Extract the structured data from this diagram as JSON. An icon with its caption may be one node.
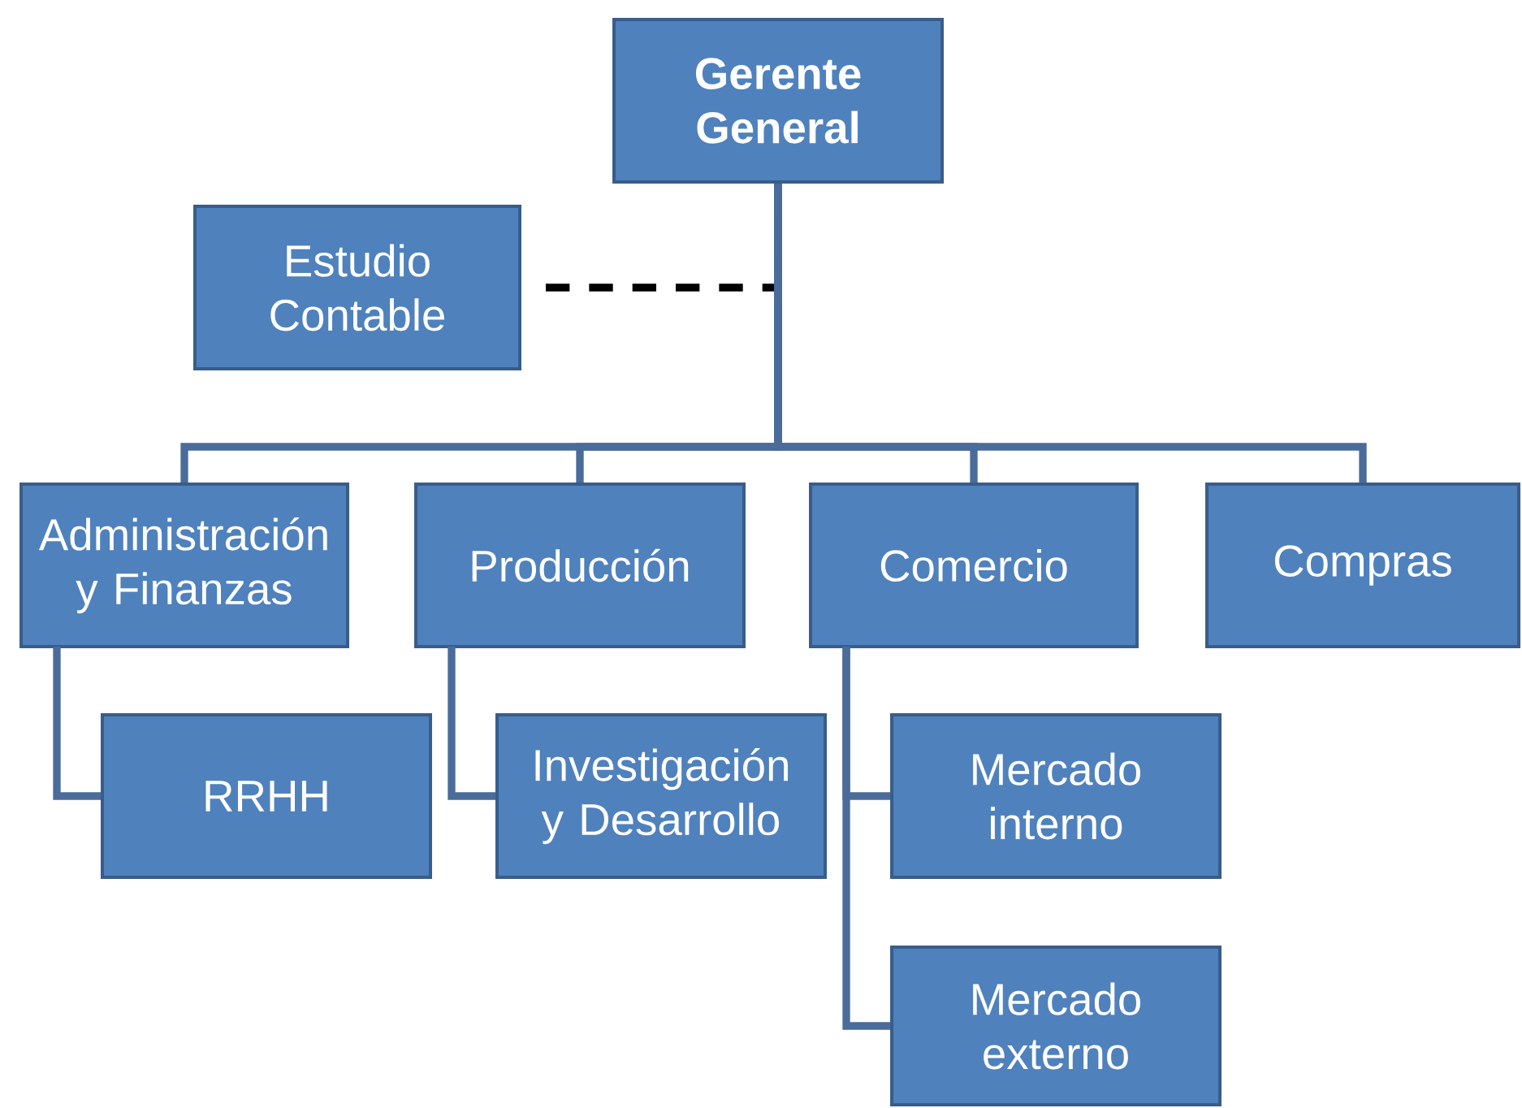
{
  "diagram": {
    "nodes": [
      {
        "text": [
          "Gerente General"
        ]
      },
      {
        "text": [
          "Estudio Contable"
        ]
      },
      {
        "text": [
          "Administración y Finanzas"
        ]
      },
      {
        "text": [
          "Producción"
        ]
      },
      {
        "text": [
          "Comercio"
        ]
      },
      {
        "text": [
          "Compras"
        ]
      },
      {
        "text": [
          "RRHH"
        ]
      },
      {
        "text": [
          "Investigación y Desarrollo"
        ]
      },
      {
        "text": [
          "Mercado interno"
        ]
      },
      {
        "text": [
          "Mercado externo"
        ]
      }
    ],
    "edges": [
      {
        "from": 0,
        "to": 2,
        "arrow": "none"
      },
      {
        "from": 0,
        "to": 3,
        "arrow": "none"
      },
      {
        "from": 0,
        "to": 4,
        "arrow": "none"
      },
      {
        "from": 0,
        "to": 5,
        "arrow": "none"
      },
      {
        "from": 1,
        "to": 0,
        "arrow": "none",
        "style": "dashed",
        "color": "#000000"
      },
      {
        "from": 2,
        "to": 6,
        "arrow": "none"
      },
      {
        "from": 3,
        "to": 7,
        "arrow": "none"
      },
      {
        "from": 4,
        "to": 8,
        "arrow": "none"
      },
      {
        "from": 4,
        "to": 9,
        "arrow": "none"
      }
    ]
  }
}
